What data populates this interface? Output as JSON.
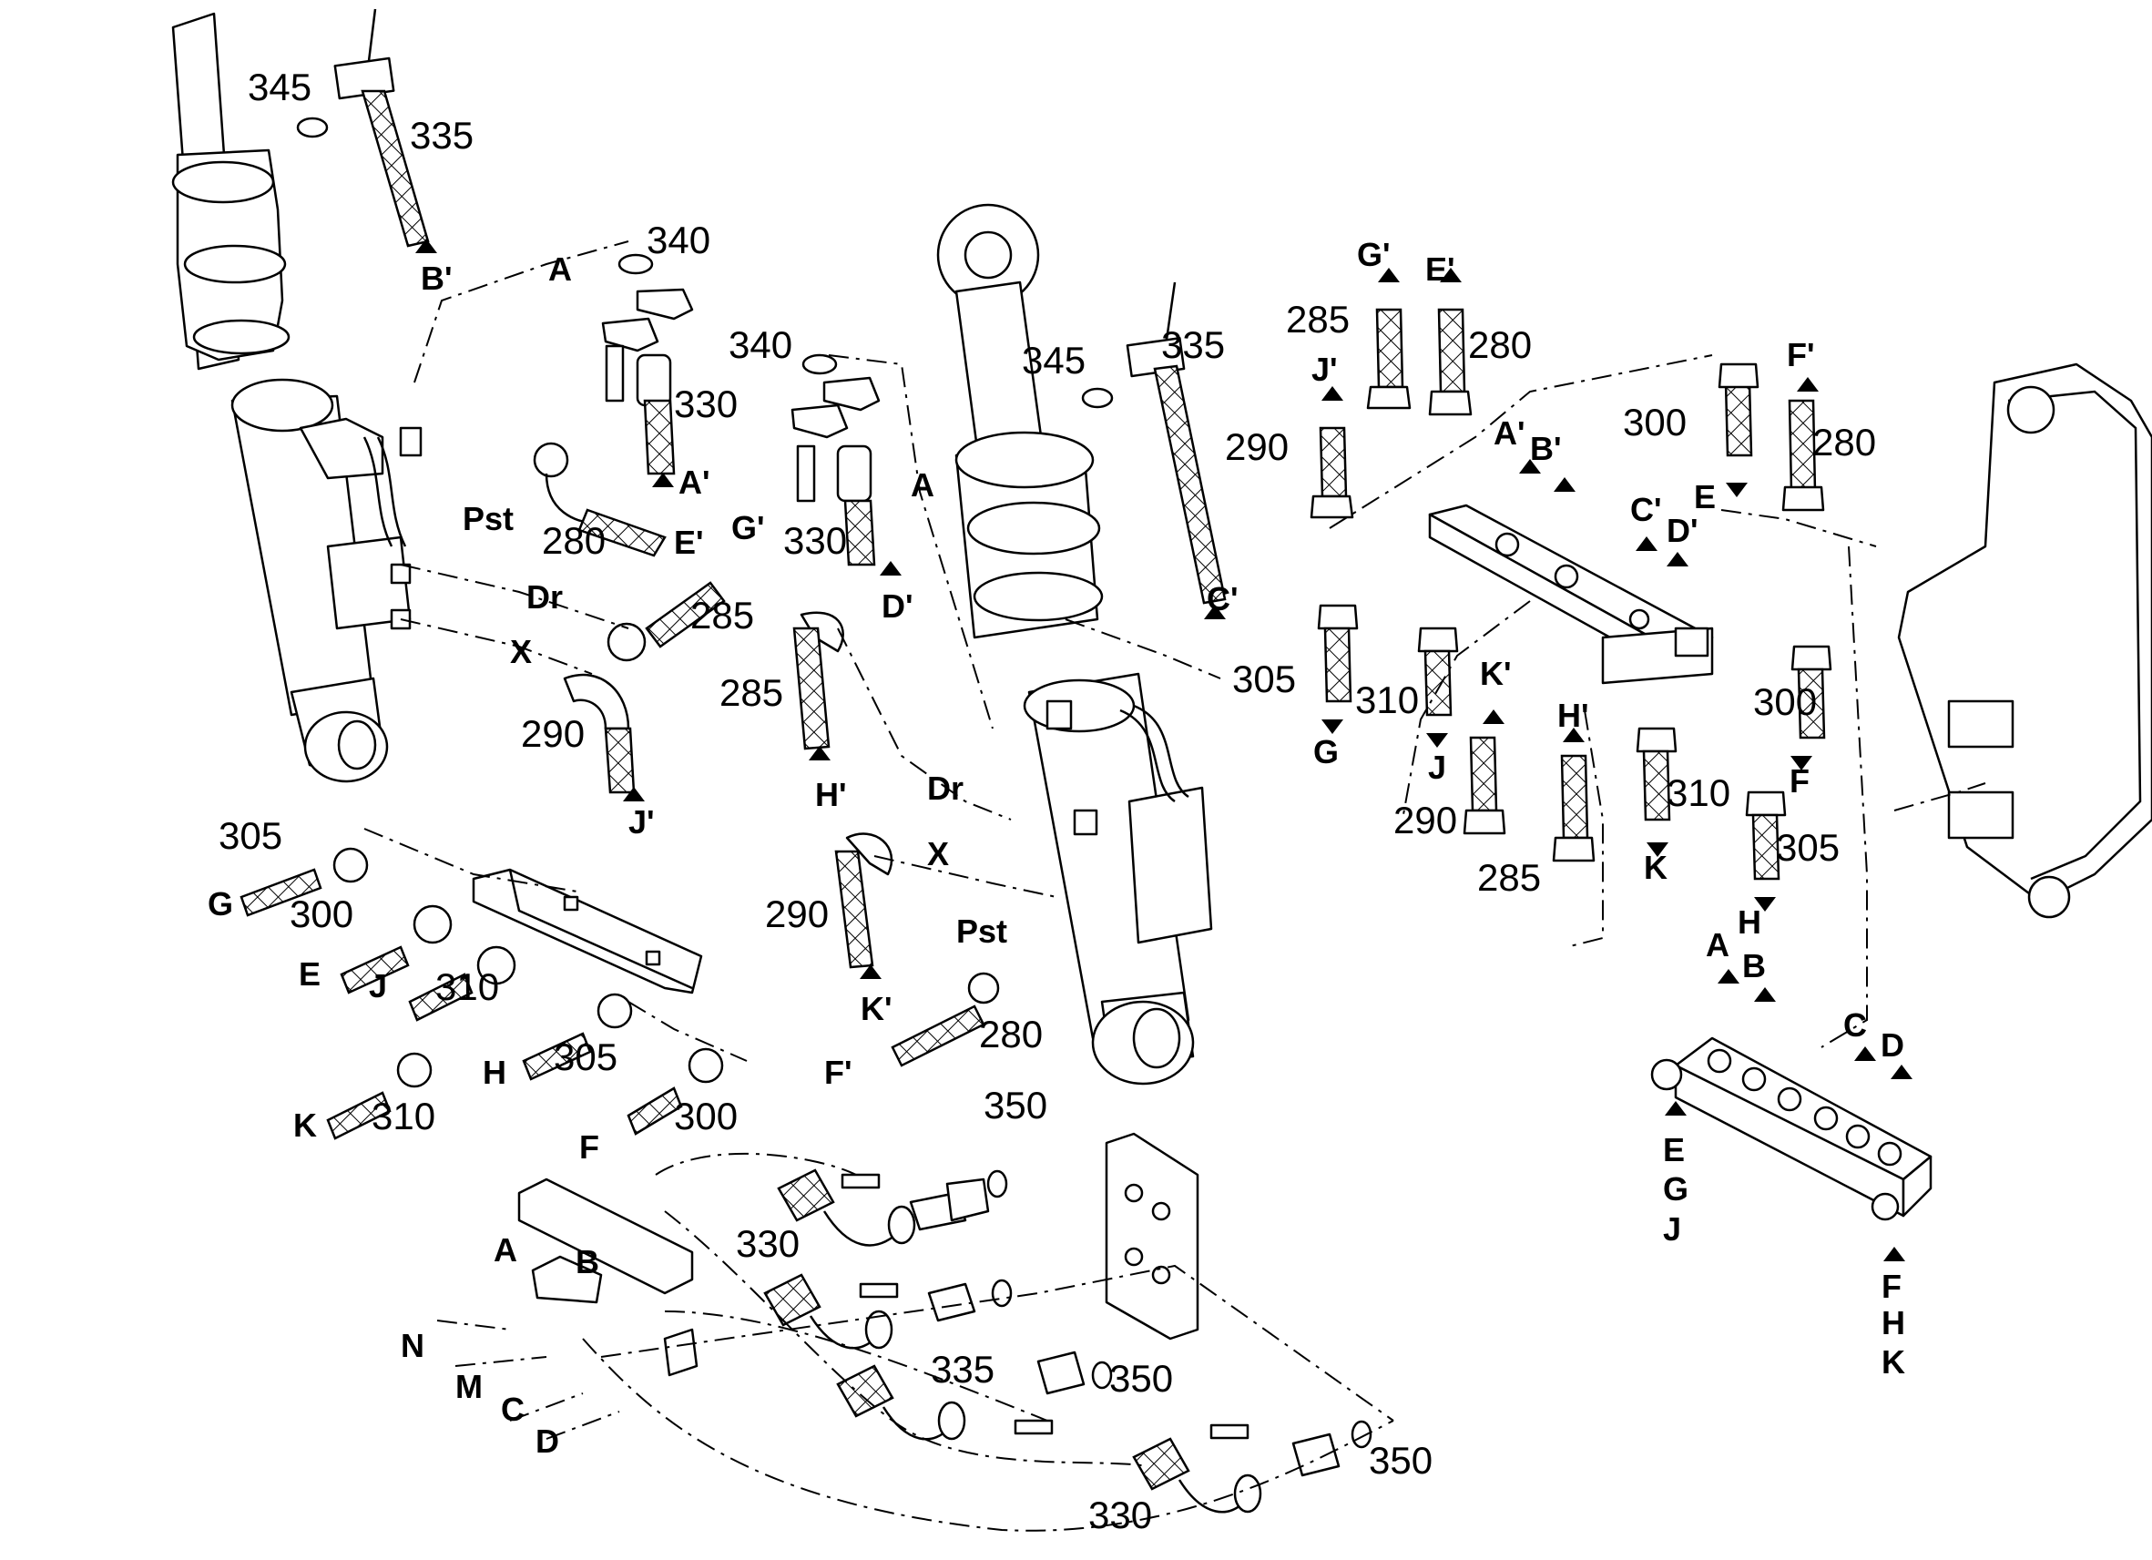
{
  "diagram": {
    "labels": {
      "l1": "345",
      "l2": "335",
      "l3": "340",
      "l4": "330",
      "l5": "280",
      "l6": "285",
      "l7": "290",
      "l8": "340",
      "l9": "330",
      "l10": "285",
      "l11": "290",
      "l12": "280",
      "l13": "345",
      "l14": "335",
      "l15": "285",
      "l16": "280",
      "l17": "290",
      "l18": "300",
      "l19": "280",
      "l20": "305",
      "l21": "310",
      "l22": "290",
      "l23": "285",
      "l24": "310",
      "l25": "300",
      "l26": "305",
      "l27": "305",
      "l28": "300",
      "l29": "310",
      "l30": "305",
      "l31": "310",
      "l32": "300",
      "l33": "350",
      "l34": "330",
      "l35": "335",
      "l36": "350",
      "l37": "350",
      "l38": "330"
    },
    "letters": {
      "t1": "B'",
      "t2": "A",
      "t3": "A'",
      "t4": "Pst",
      "t5": "E'",
      "t6": "G'",
      "t7": "Dr",
      "t8": "X",
      "t9": "J'",
      "t10": "D'",
      "t11": "A",
      "t12": "H'",
      "t13": "Dr",
      "t14": "X",
      "t15": "K'",
      "t16": "Pst",
      "t17": "F'",
      "t18": "C'",
      "t19": "G'",
      "t20": "E'",
      "t21": "J'",
      "t22": "A'",
      "t23": "B'",
      "t24": "E",
      "t25": "F'",
      "t26": "C'",
      "t27": "D'",
      "t28": "G",
      "t29": "J",
      "t30": "K'",
      "t31": "H'",
      "t32": "K",
      "t33": "F",
      "t34": "H",
      "t35": "A",
      "t36": "B",
      "t37": "C",
      "t38": "D",
      "t39": "E",
      "t40": "G",
      "t41": "J",
      "t42": "F",
      "t43": "H",
      "t44": "K",
      "t45": "G",
      "t46": "E",
      "t47": "J",
      "t48": "H",
      "t49": "K",
      "t50": "F",
      "t51": "A",
      "t52": "B",
      "t53": "N",
      "t54": "M",
      "t55": "C",
      "t56": "D"
    }
  }
}
